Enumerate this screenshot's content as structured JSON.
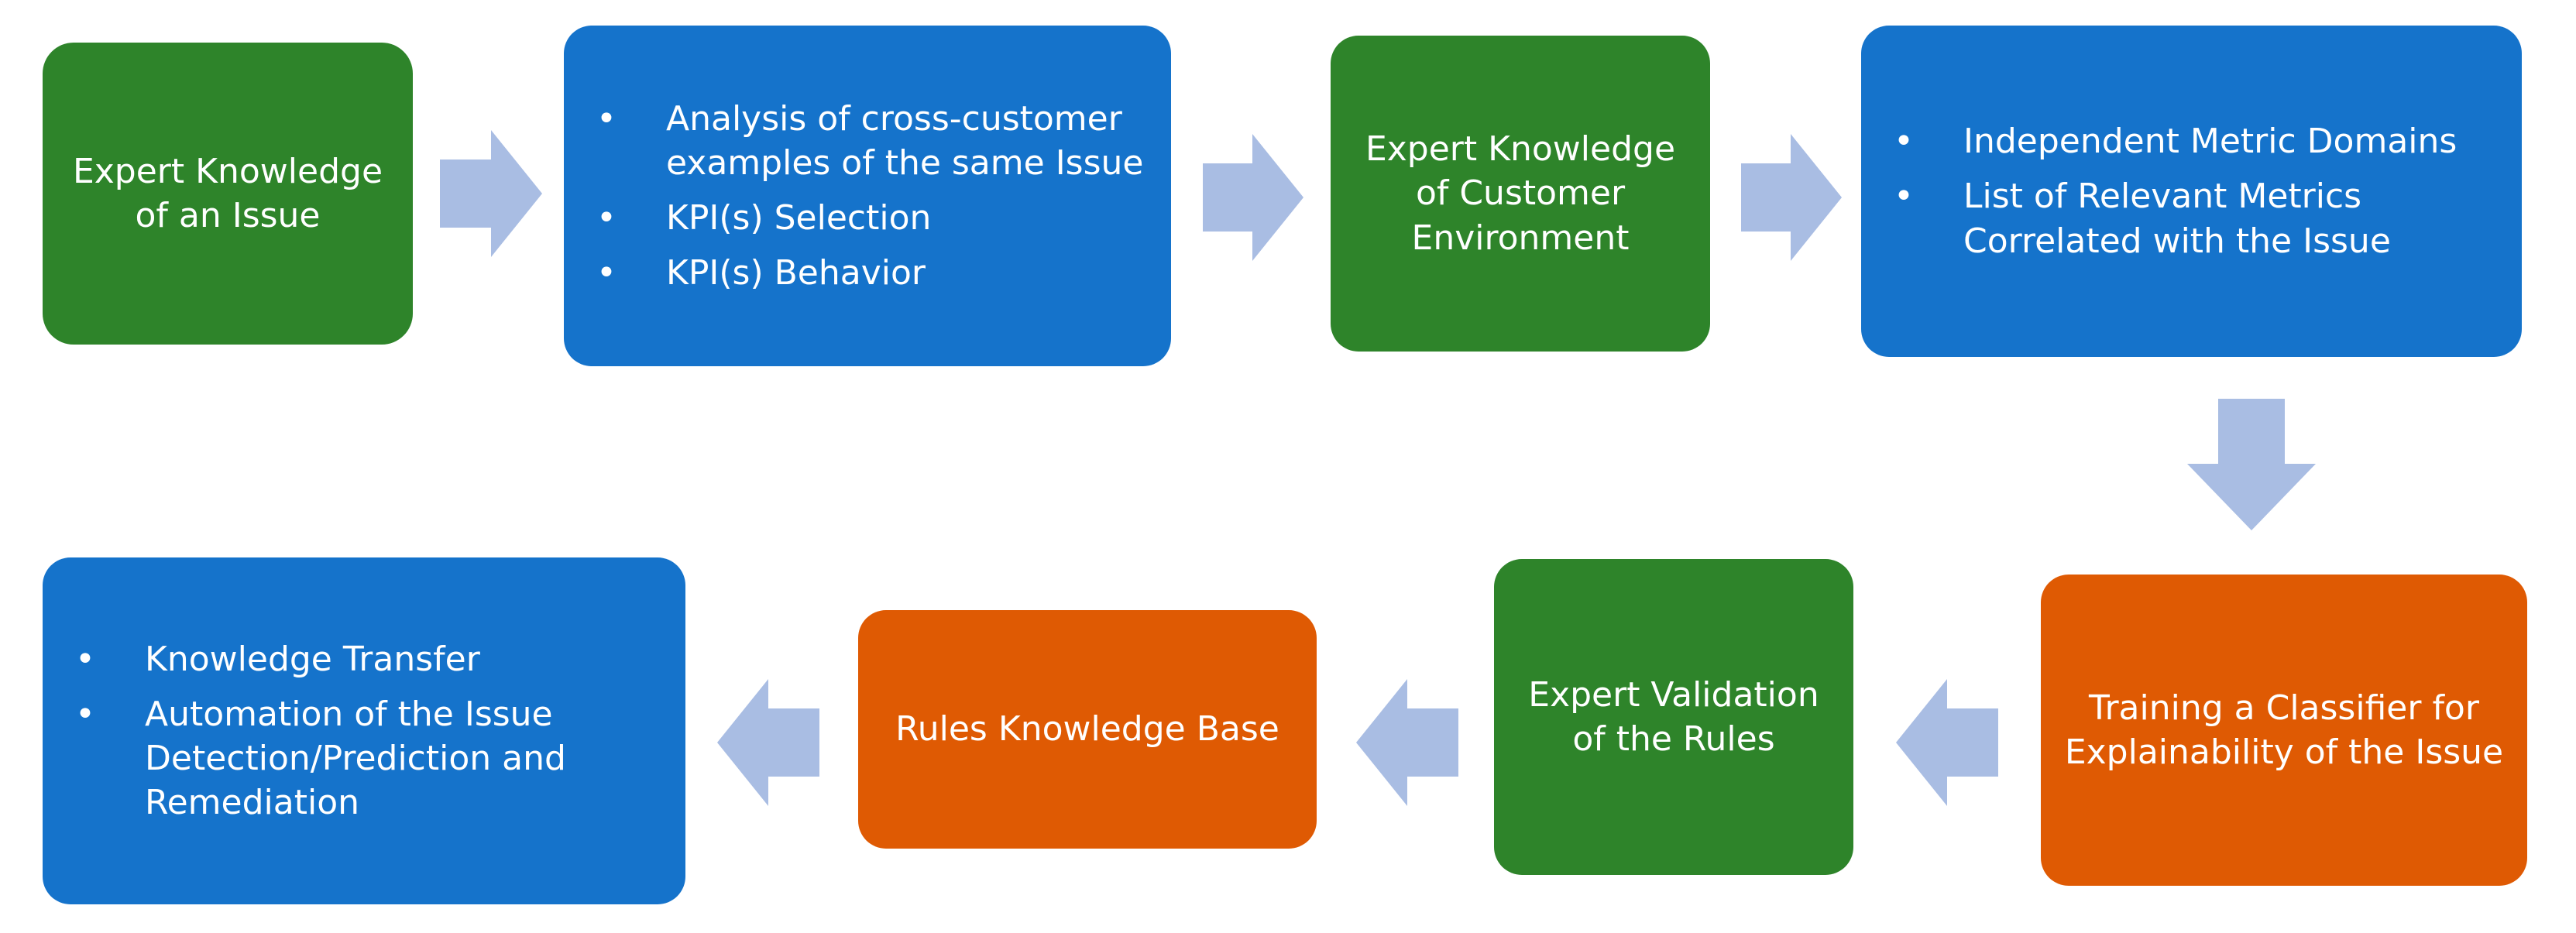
{
  "boxes": {
    "expert_issue": "Expert Knowledge of an Issue",
    "analysis_items": [
      "Analysis of cross-customer examples of the same Issue",
      "KPI(s) Selection",
      "KPI(s) Behavior"
    ],
    "expert_customer": "Expert Knowledge of Customer Environment",
    "metrics_items": [
      "Independent Metric Domains",
      "List of Relevant Metrics Correlated with the Issue"
    ],
    "training_classifier": "Training a Classifier for Explainability of the Issue",
    "expert_validation": "Expert Validation of the Rules",
    "rules_kb": "Rules Knowledge Base",
    "outcome_items": [
      "Knowledge Transfer",
      "Automation of the Issue Detection/Prediction and Remediation"
    ]
  },
  "colors": {
    "green": "#2e842a",
    "blue": "#1573cb",
    "orange": "#df5a03",
    "arrow": "#a9bde3"
  }
}
